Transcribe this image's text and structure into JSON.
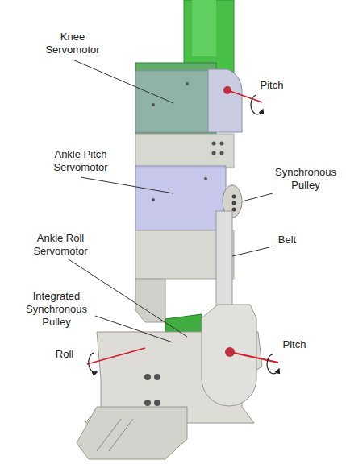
{
  "diagram": {
    "labels": [
      "Knee Servomotor",
      "Pitch",
      "Ankle Pitch Servomotor",
      "Synchronous Pulley",
      "Belt",
      "Ankle Roll Servomotor",
      "Integrated Synchronous Pulley",
      "Roll",
      "Pitch"
    ]
  }
}
